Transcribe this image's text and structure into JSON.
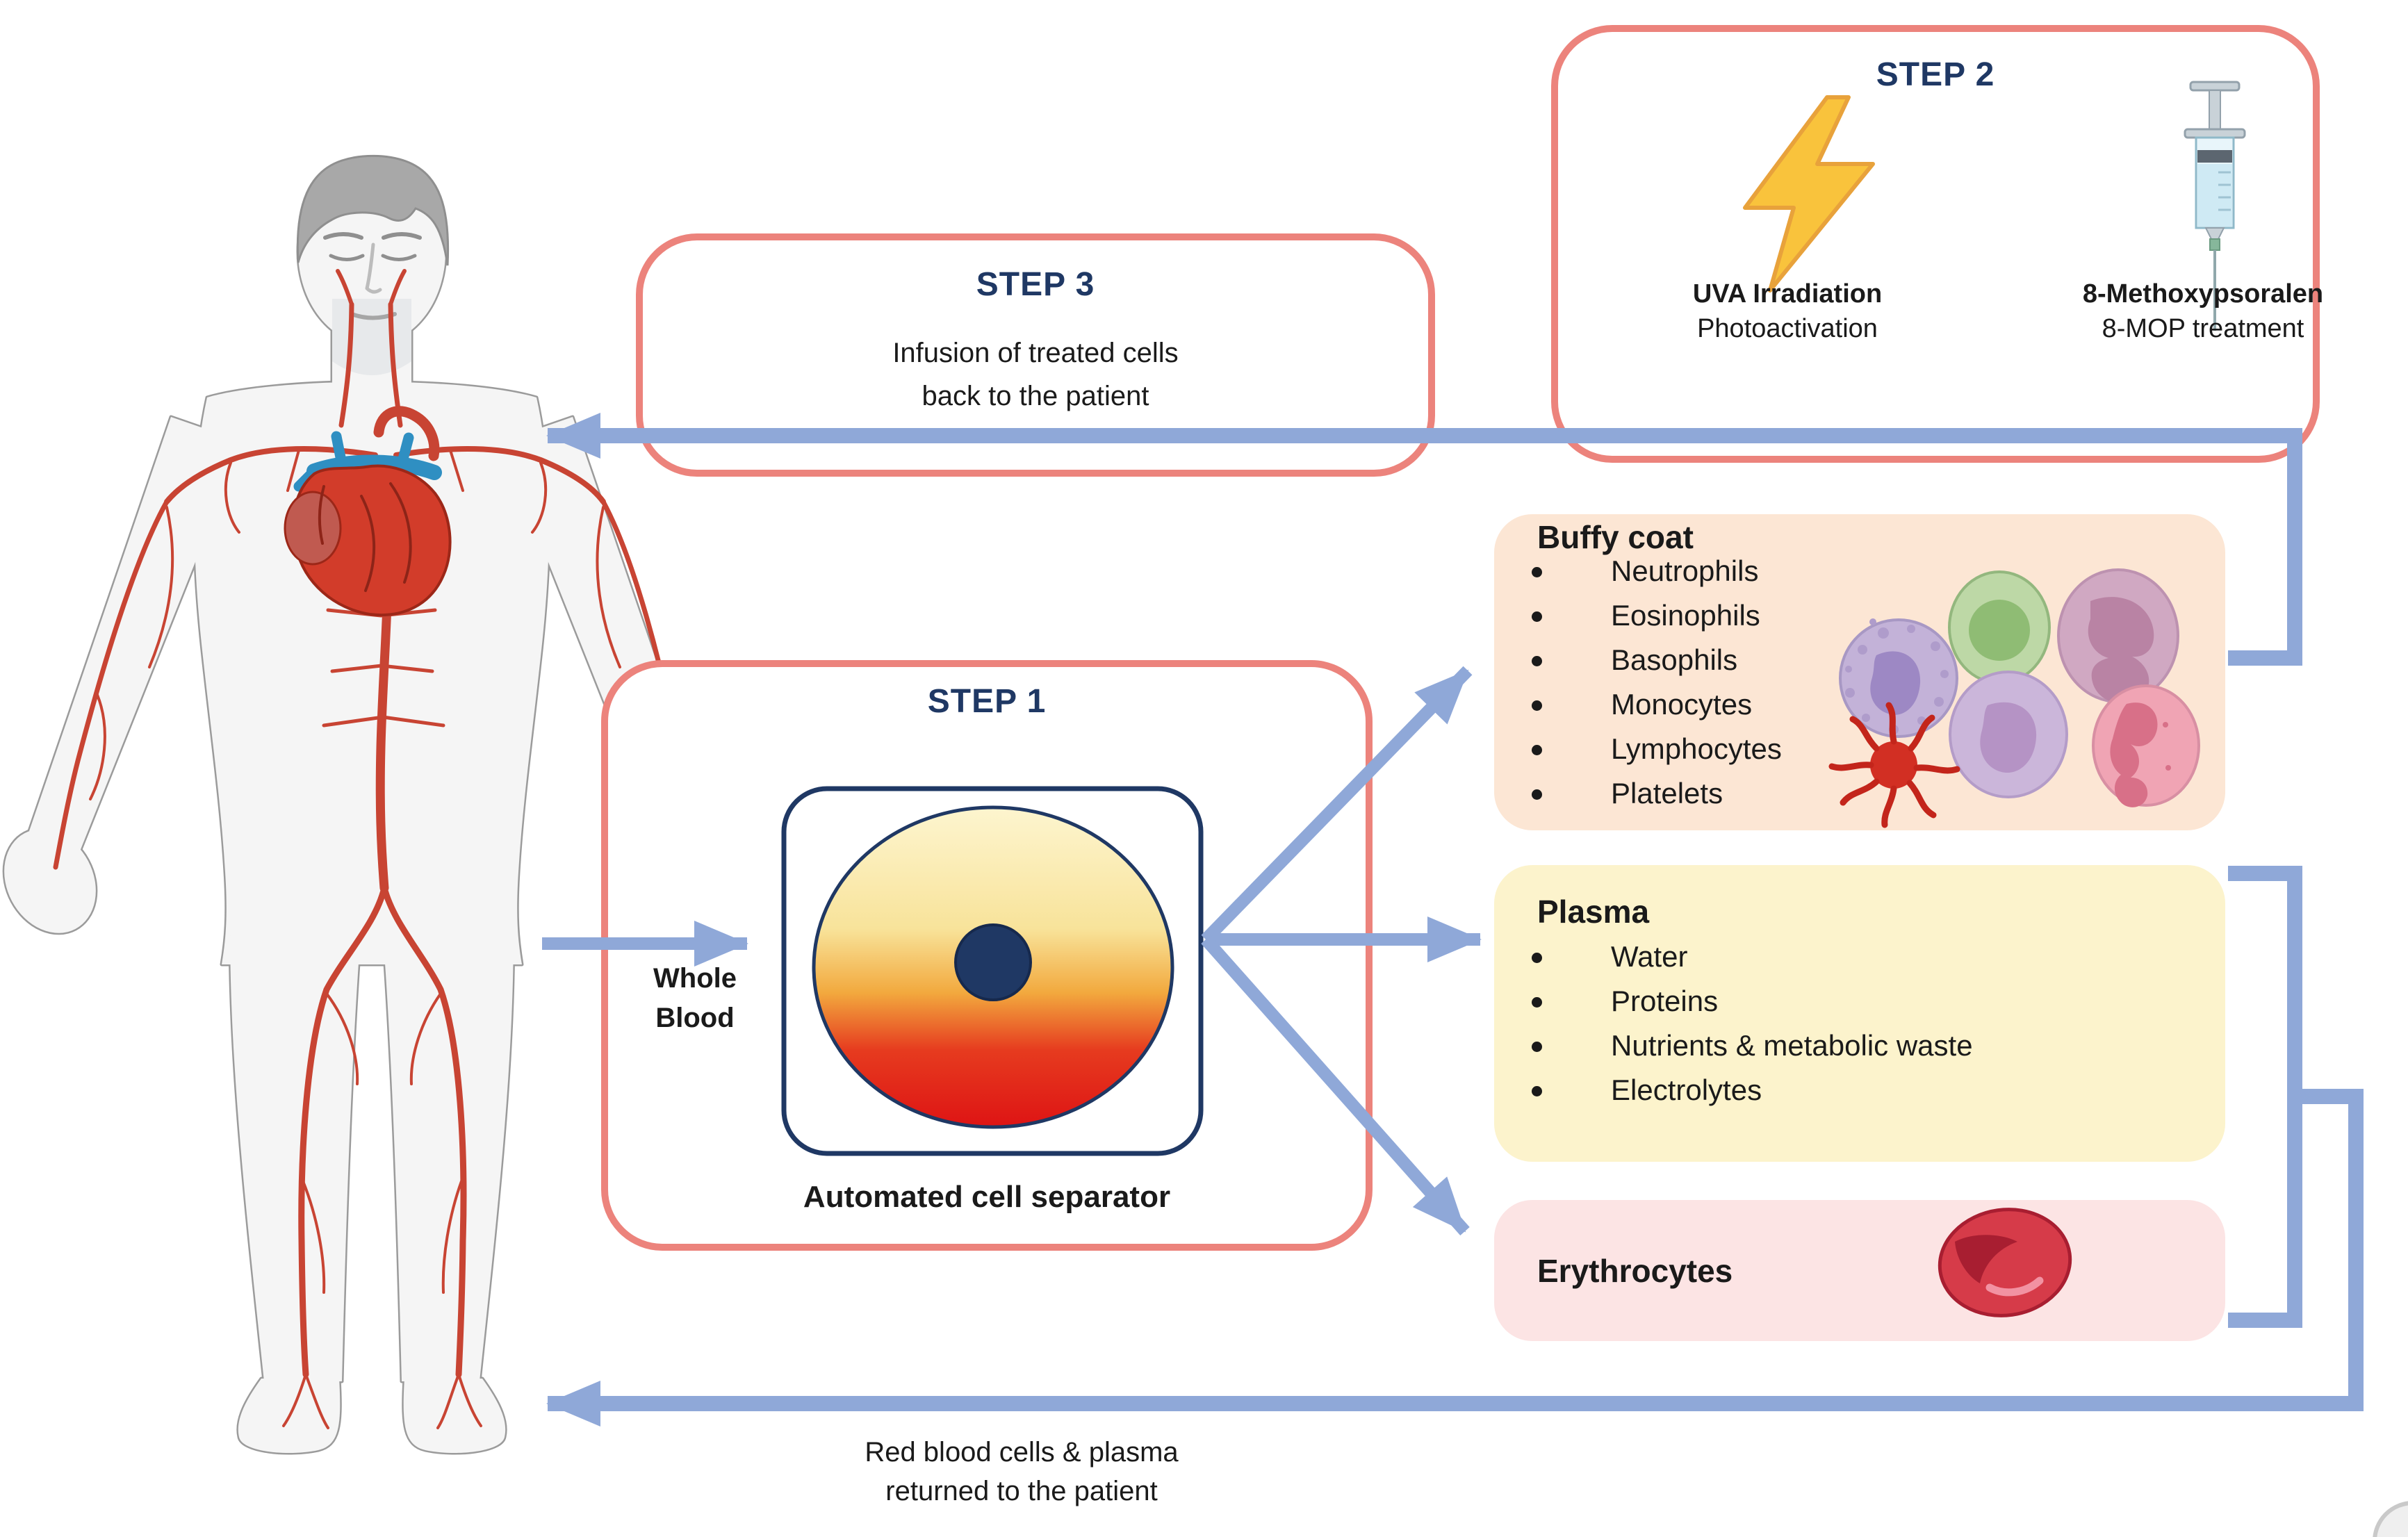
{
  "colors": {
    "accent_blue": "#8FA8D8",
    "salmon": "#EC837C",
    "navy": "#1F3864",
    "ink": "#1A1A1A",
    "buffy_fill": "#FCE6D4",
    "plasma_fill": "#FCF3CC",
    "ery_fill": "#FCE4E4",
    "lightning_yellow": "#F9C33C",
    "artery_red": "#C84433",
    "body_fill": "#F5F5F5",
    "heart_red": "#D23C2A",
    "vessel_blue": "#2F8FC2",
    "sep_top": "#FDF5CF",
    "sep_mid": "#F2A93E",
    "sep_bottom": "#DE1414"
  },
  "step1": {
    "title": "STEP 1",
    "caption": "Automated cell separator",
    "input_label": "Whole Blood"
  },
  "step2": {
    "title": "STEP 2",
    "treatments": [
      {
        "icon": "lightning-bolt-icon",
        "name": "UVA Irradiation",
        "detail": "Photoactivation"
      },
      {
        "icon": "syringe-icon",
        "name": "8-Methoxypsoralen",
        "detail": "8-MOP treatment"
      }
    ]
  },
  "step3": {
    "title": "STEP 3",
    "description_line1": "Infusion of treated cells",
    "description_line2": "back to the patient"
  },
  "fractions": {
    "buffy_coat": {
      "title": "Buffy coat",
      "items": [
        "Neutrophils",
        "Eosinophils",
        "Basophils",
        "Monocytes",
        "Lymphocytes",
        "Platelets"
      ]
    },
    "plasma": {
      "title": "Plasma",
      "items": [
        "Water",
        "Proteins",
        "Nutrients & metabolic waste",
        "Electrolytes"
      ]
    },
    "erythrocytes": {
      "title": "Erythrocytes"
    }
  },
  "labels": {
    "return_line1": "Red blood cells & plasma",
    "return_line2": "returned to the patient"
  }
}
